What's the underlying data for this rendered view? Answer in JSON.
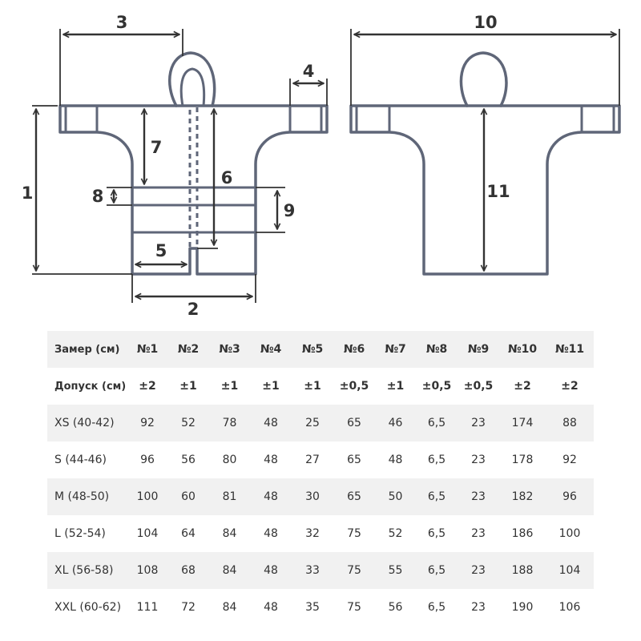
{
  "dimension_labels": [
    "1",
    "2",
    "3",
    "4",
    "5",
    "6",
    "7",
    "8",
    "9",
    "10",
    "11"
  ],
  "table": {
    "header": {
      "label": "Замер (см)",
      "columns": [
        "№1",
        "№2",
        "№3",
        "№4",
        "№5",
        "№6",
        "№7",
        "№8",
        "№9",
        "№10",
        "№11"
      ]
    },
    "tolerance": {
      "label": "Допуск (см)",
      "values": [
        "±2",
        "±1",
        "±1",
        "±1",
        "±1",
        "±0,5",
        "±1",
        "±0,5",
        "±0,5",
        "±2",
        "±2"
      ]
    },
    "rows": [
      {
        "size": "XS (40-42)",
        "values": [
          "92",
          "52",
          "78",
          "48",
          "25",
          "65",
          "46",
          "6,5",
          "23",
          "174",
          "88"
        ]
      },
      {
        "size": "S (44-46)",
        "values": [
          "96",
          "56",
          "80",
          "48",
          "27",
          "65",
          "48",
          "6,5",
          "23",
          "178",
          "92"
        ]
      },
      {
        "size": "M (48-50)",
        "values": [
          "100",
          "60",
          "81",
          "48",
          "30",
          "65",
          "50",
          "6,5",
          "23",
          "182",
          "96"
        ]
      },
      {
        "size": "L (52-54)",
        "values": [
          "104",
          "64",
          "84",
          "48",
          "32",
          "75",
          "52",
          "6,5",
          "23",
          "186",
          "100"
        ]
      },
      {
        "size": "XL (56-58)",
        "values": [
          "108",
          "68",
          "84",
          "48",
          "33",
          "75",
          "55",
          "6,5",
          "23",
          "188",
          "104"
        ]
      },
      {
        "size": "XXL (60-62)",
        "values": [
          "111",
          "72",
          "84",
          "48",
          "35",
          "75",
          "56",
          "6,5",
          "23",
          "190",
          "106"
        ]
      }
    ]
  },
  "colors": {
    "garment_stroke": "#5f6678",
    "dimension_line": "#333333",
    "row_stripe": "#f1f1f1"
  }
}
